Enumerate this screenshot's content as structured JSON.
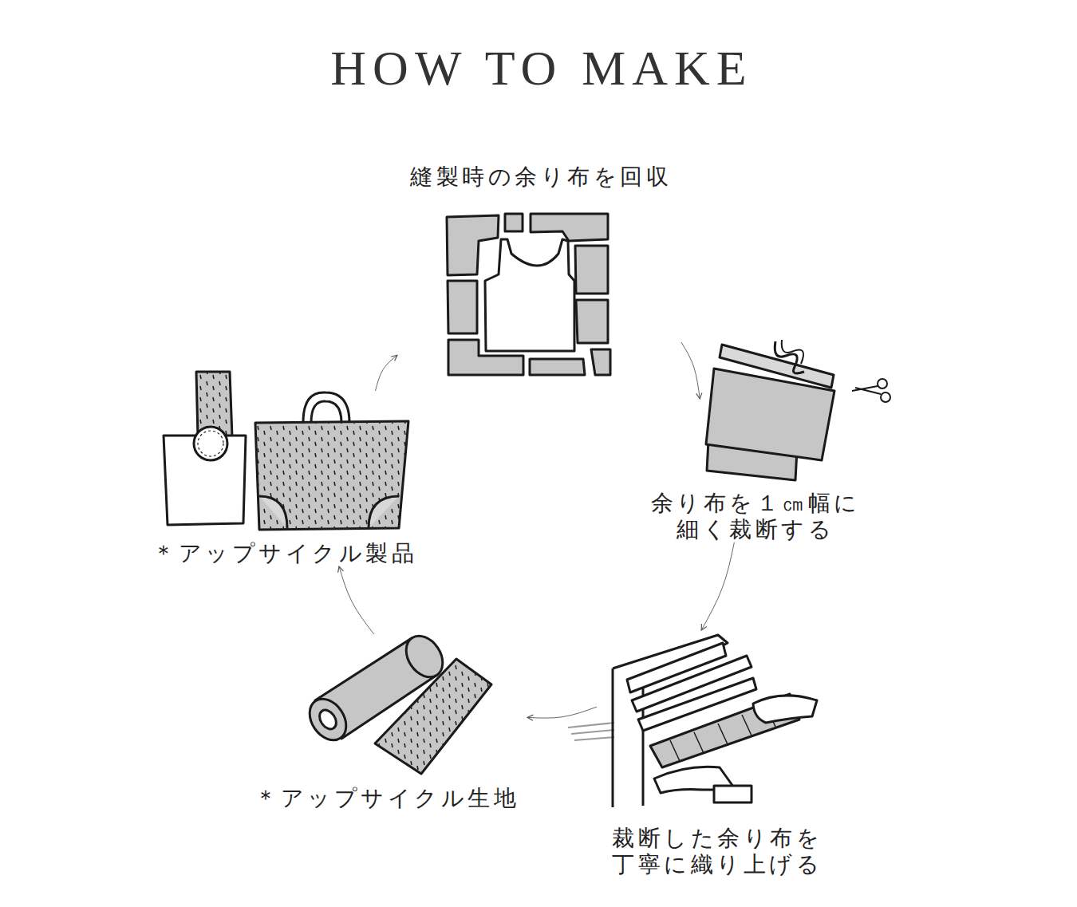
{
  "diagram": {
    "title": "HOW TO MAKE",
    "nodes": [
      {
        "text": [
          "縫製時の余り布を回収"
        ]
      },
      {
        "text": [
          "余り布を１㎝幅に 細く裁断する"
        ]
      },
      {
        "text": [
          "裁断した余り布を 丁寧に織り上げる"
        ]
      },
      {
        "text": [
          "＊アップサイクル生地"
        ]
      },
      {
        "text": [
          "＊アップサイクル製品"
        ]
      }
    ],
    "edges": [
      {
        "from": 0,
        "to": 1,
        "arrow": "to"
      },
      {
        "from": 1,
        "to": 2,
        "arrow": "to"
      },
      {
        "from": 2,
        "to": 3,
        "arrow": "to"
      },
      {
        "from": 3,
        "to": 4,
        "arrow": "to"
      },
      {
        "from": 4,
        "to": 0,
        "arrow": "to"
      }
    ]
  }
}
